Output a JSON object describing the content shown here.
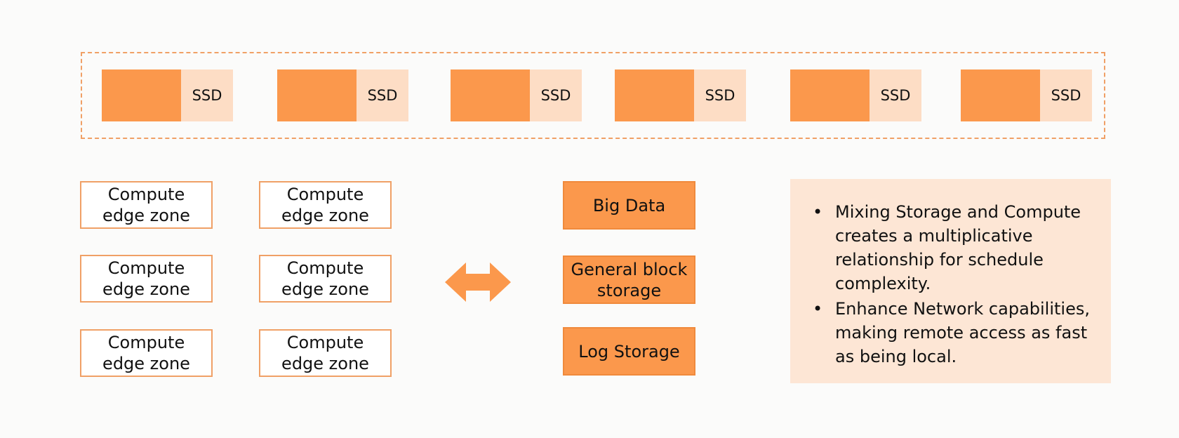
{
  "storage_nodes": [
    {
      "label": "SSD"
    },
    {
      "label": "SSD"
    },
    {
      "label": "SSD"
    },
    {
      "label": "SSD"
    },
    {
      "label": "SSD"
    },
    {
      "label": "SSD"
    }
  ],
  "compute_zones": [
    {
      "label": "Compute edge zone"
    },
    {
      "label": "Compute edge zone"
    },
    {
      "label": "Compute edge zone"
    },
    {
      "label": "Compute edge zone"
    },
    {
      "label": "Compute edge zone"
    },
    {
      "label": "Compute edge zone"
    }
  ],
  "storage_categories": [
    {
      "label": "Big Data"
    },
    {
      "label": "General block storage"
    },
    {
      "label": "Log Storage"
    }
  ],
  "notes": [
    "Mixing Storage and Compute creates a multiplicative relationship for schedule complexity.",
    "Enhance Network capabilities, making remote access as fast as being local."
  ],
  "bullet_glyph": "•",
  "colors": {
    "accent": "#fb984c",
    "accent_light": "#fdddc5",
    "border": "#f0a066",
    "note_bg": "#fde6d5"
  }
}
